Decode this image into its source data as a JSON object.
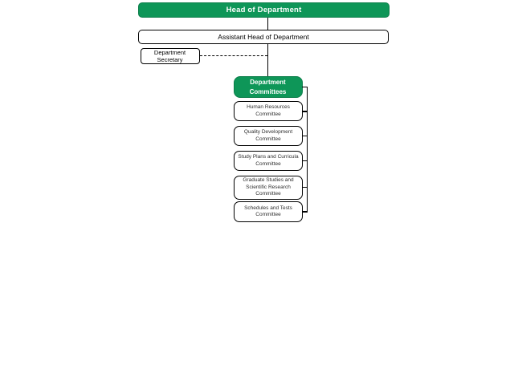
{
  "chart": {
    "type": "org-chart",
    "title_node": "Head of Department",
    "nodes": {
      "head": "Head of Department",
      "assistant": "Assistant Head of Department",
      "secretary": "Department Secretary",
      "committees_header": "Department Committees"
    },
    "committees": [
      "Human Resources Committee",
      "Quality Development Committee",
      "Study Plans and Curricula Committee",
      "Graduate Studies and Scientific Research Committee",
      "Schedules and Tests Committee"
    ],
    "connector_styles": {
      "secretary_link": "dashed",
      "hierarchy_links": "solid"
    },
    "colors": {
      "node_green": "#0E9658",
      "node_green_border": "#0B7D49",
      "text_on_green": "#FFFFFF",
      "node_border": "#000000",
      "committee_text": "#2E2E2E",
      "background": "#FFFFFF"
    }
  }
}
